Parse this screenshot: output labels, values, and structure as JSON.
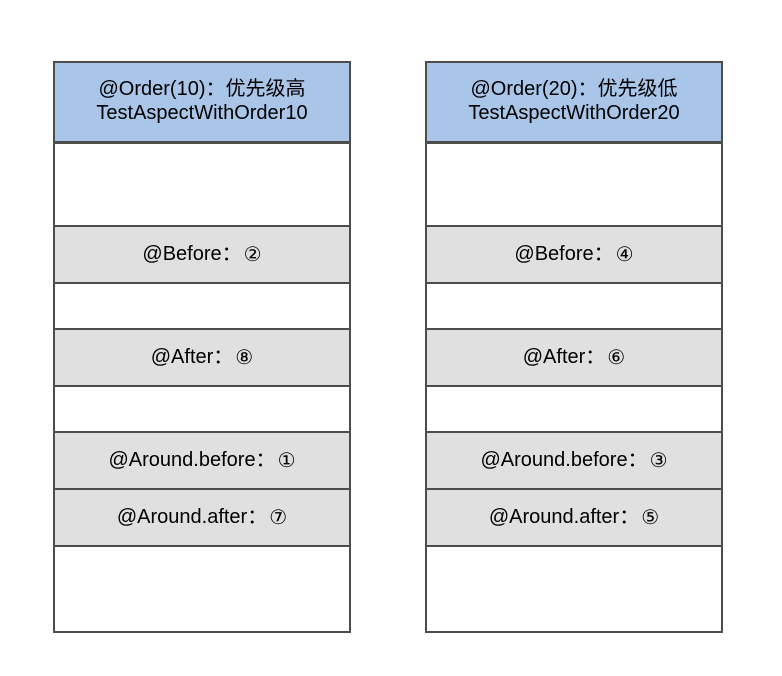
{
  "diagram": {
    "title": "Spring AOP @Order aspect execution sequence",
    "colors": {
      "header_fill": "#a9c5e8",
      "row_fill": "#e0e0e0",
      "spacer_fill": "#ffffff",
      "border": "#4d4d4d",
      "text": "#000000",
      "background": "#ffffff"
    },
    "columns": [
      {
        "id": "order10",
        "header": {
          "line1": "@Order(10)：优先级高",
          "line2": "TestAspectWithOrder10"
        },
        "rows": [
          {
            "kind": "spacer",
            "size": "tall",
            "label": ""
          },
          {
            "kind": "filled",
            "label": "@Before：",
            "number": "②"
          },
          {
            "kind": "spacer",
            "size": "short",
            "label": ""
          },
          {
            "kind": "filled",
            "label": "@After：",
            "number": "⑧"
          },
          {
            "kind": "spacer",
            "size": "short",
            "label": ""
          },
          {
            "kind": "filled",
            "label": "@Around.before：",
            "number": "①"
          },
          {
            "kind": "filled",
            "label": "@Around.after：",
            "number": "⑦"
          },
          {
            "kind": "spacer",
            "size": "bottom",
            "label": ""
          }
        ]
      },
      {
        "id": "order20",
        "header": {
          "line1": "@Order(20)：优先级低",
          "line2": "TestAspectWithOrder20"
        },
        "rows": [
          {
            "kind": "spacer",
            "size": "tall",
            "label": ""
          },
          {
            "kind": "filled",
            "label": "@Before：",
            "number": "④"
          },
          {
            "kind": "spacer",
            "size": "short",
            "label": ""
          },
          {
            "kind": "filled",
            "label": "@After：",
            "number": "⑥"
          },
          {
            "kind": "spacer",
            "size": "short",
            "label": ""
          },
          {
            "kind": "filled",
            "label": "@Around.before：",
            "number": "③"
          },
          {
            "kind": "filled",
            "label": "@Around.after：",
            "number": "⑤"
          },
          {
            "kind": "spacer",
            "size": "bottom",
            "label": ""
          }
        ]
      }
    ]
  }
}
